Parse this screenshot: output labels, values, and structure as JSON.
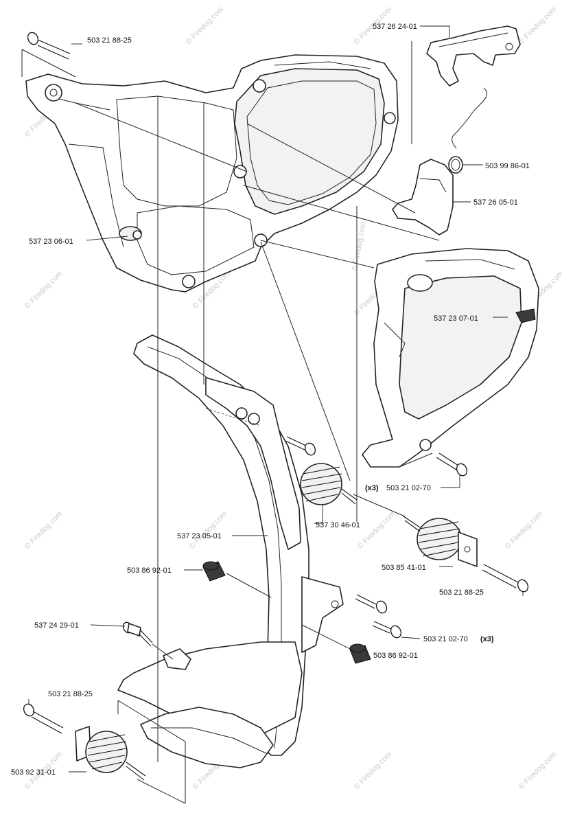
{
  "watermark": {
    "text": "© Firedog.com"
  },
  "labels": {
    "l1": "503 21 88-25",
    "l2": "537 26 24-01",
    "l3": "503 99 86-01",
    "l4": "537 26 05-01",
    "l5": "537 23 06-01",
    "l6": "537 23 07-01",
    "l7_prefix": "(x3)",
    "l7": "503 21 02-70",
    "l8": "537 30 46-01",
    "l9": "537 23 05-01",
    "l10": "503 85 41-01",
    "l11": "503 86 92-01",
    "l12": "503 21 88-25",
    "l13": "537 24 29-01",
    "l14": "503 21 02-70",
    "l14_suffix": "(x3)",
    "l15": "503 86 92-01",
    "l16": "503 21 88-25",
    "l17": "503 92 31-01"
  }
}
